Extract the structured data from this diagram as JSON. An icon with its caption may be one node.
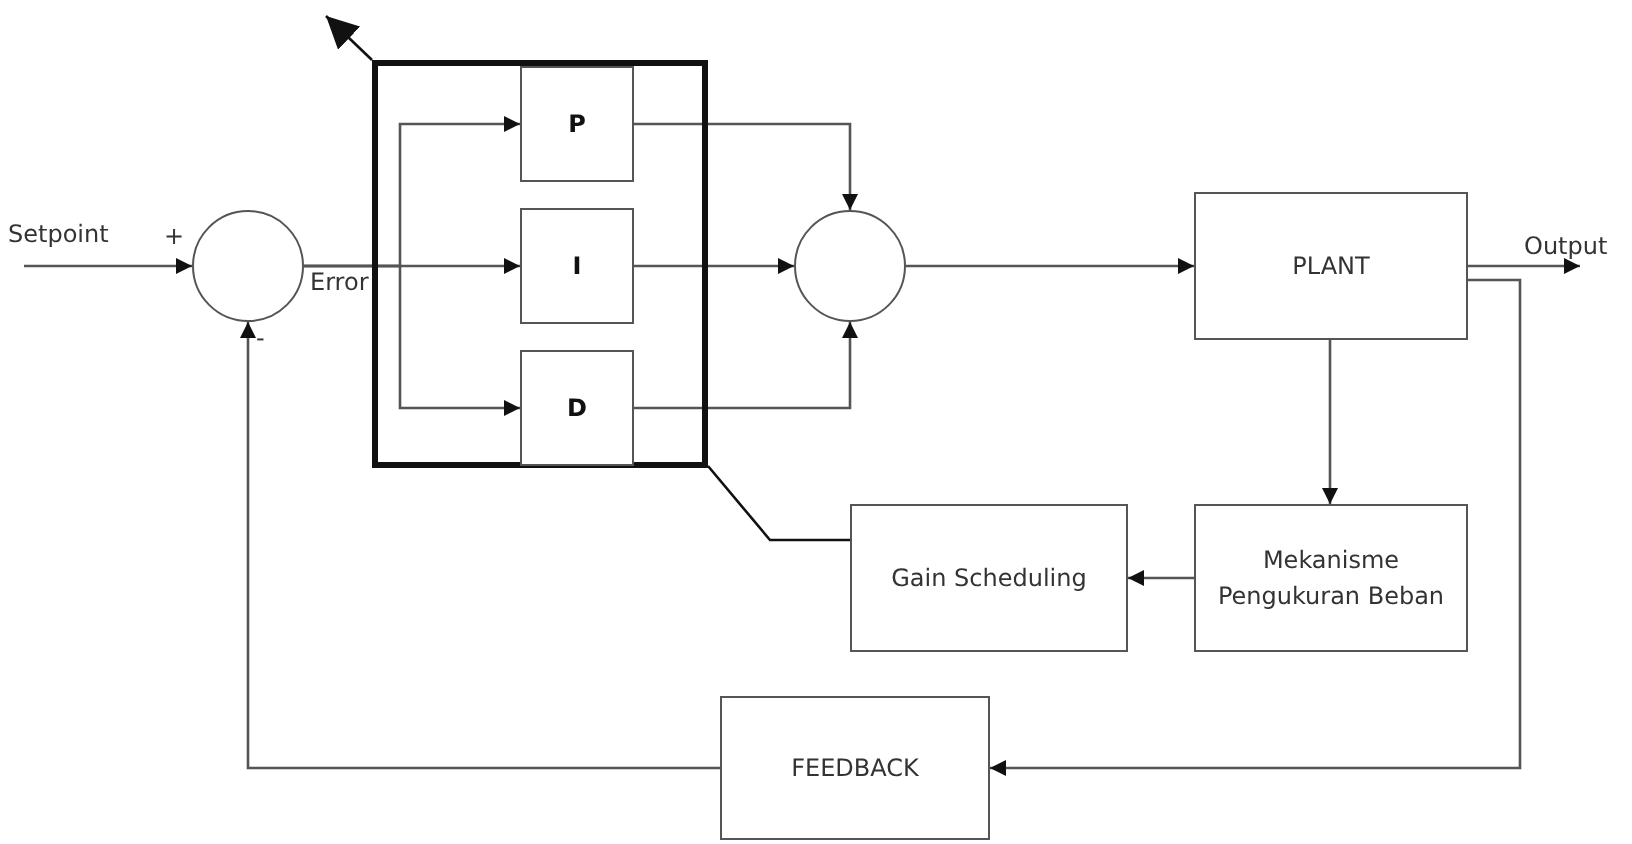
{
  "diagram": {
    "nodes": [
      {
        "text": [],
        "shape": "circle"
      },
      {
        "text": [],
        "shape": "box"
      },
      {
        "text": [
          "P"
        ],
        "in": 1
      },
      {
        "text": [
          "I"
        ],
        "in": 1
      },
      {
        "text": [
          "D"
        ],
        "in": 1
      },
      {
        "text": [],
        "shape": "circle"
      },
      {
        "text": [
          "PLANT"
        ]
      },
      {
        "text": [
          "Mekanisme Pengukuran Beban"
        ]
      },
      {
        "text": [
          "Gain Scheduling"
        ]
      },
      {
        "text": [
          "FEEDBACK"
        ]
      },
      {
        "text": [
          "Output"
        ]
      }
    ],
    "edges": [
      {
        "from": null,
        "to": 0,
        "arrow": "to"
      },
      {
        "from": 0,
        "to": 2,
        "arrow": "to"
      },
      {
        "from": 0,
        "to": 3,
        "arrow": "to"
      },
      {
        "from": 0,
        "to": 4,
        "arrow": "to"
      },
      {
        "from": 2,
        "to": 5,
        "arrow": "to"
      },
      {
        "from": 3,
        "to": 5,
        "arrow": "to"
      },
      {
        "from": 4,
        "to": 5,
        "arrow": "to"
      },
      {
        "from": 5,
        "to": 6,
        "arrow": "to"
      },
      {
        "from": 6,
        "to": 10,
        "arrow": "to"
      },
      {
        "from": 6,
        "to": 7,
        "arrow": "to"
      },
      {
        "from": 7,
        "to": 8,
        "arrow": "to"
      },
      {
        "from": 8,
        "to": 1,
        "arrow": "none"
      },
      {
        "from": 1,
        "to": null,
        "arrow": "to"
      },
      {
        "from": 6,
        "to": 9,
        "arrow": "to"
      },
      {
        "from": 9,
        "to": 0,
        "arrow": "to"
      }
    ],
    "labels": [
      "Setpoint",
      "+",
      "Error",
      "-"
    ]
  }
}
